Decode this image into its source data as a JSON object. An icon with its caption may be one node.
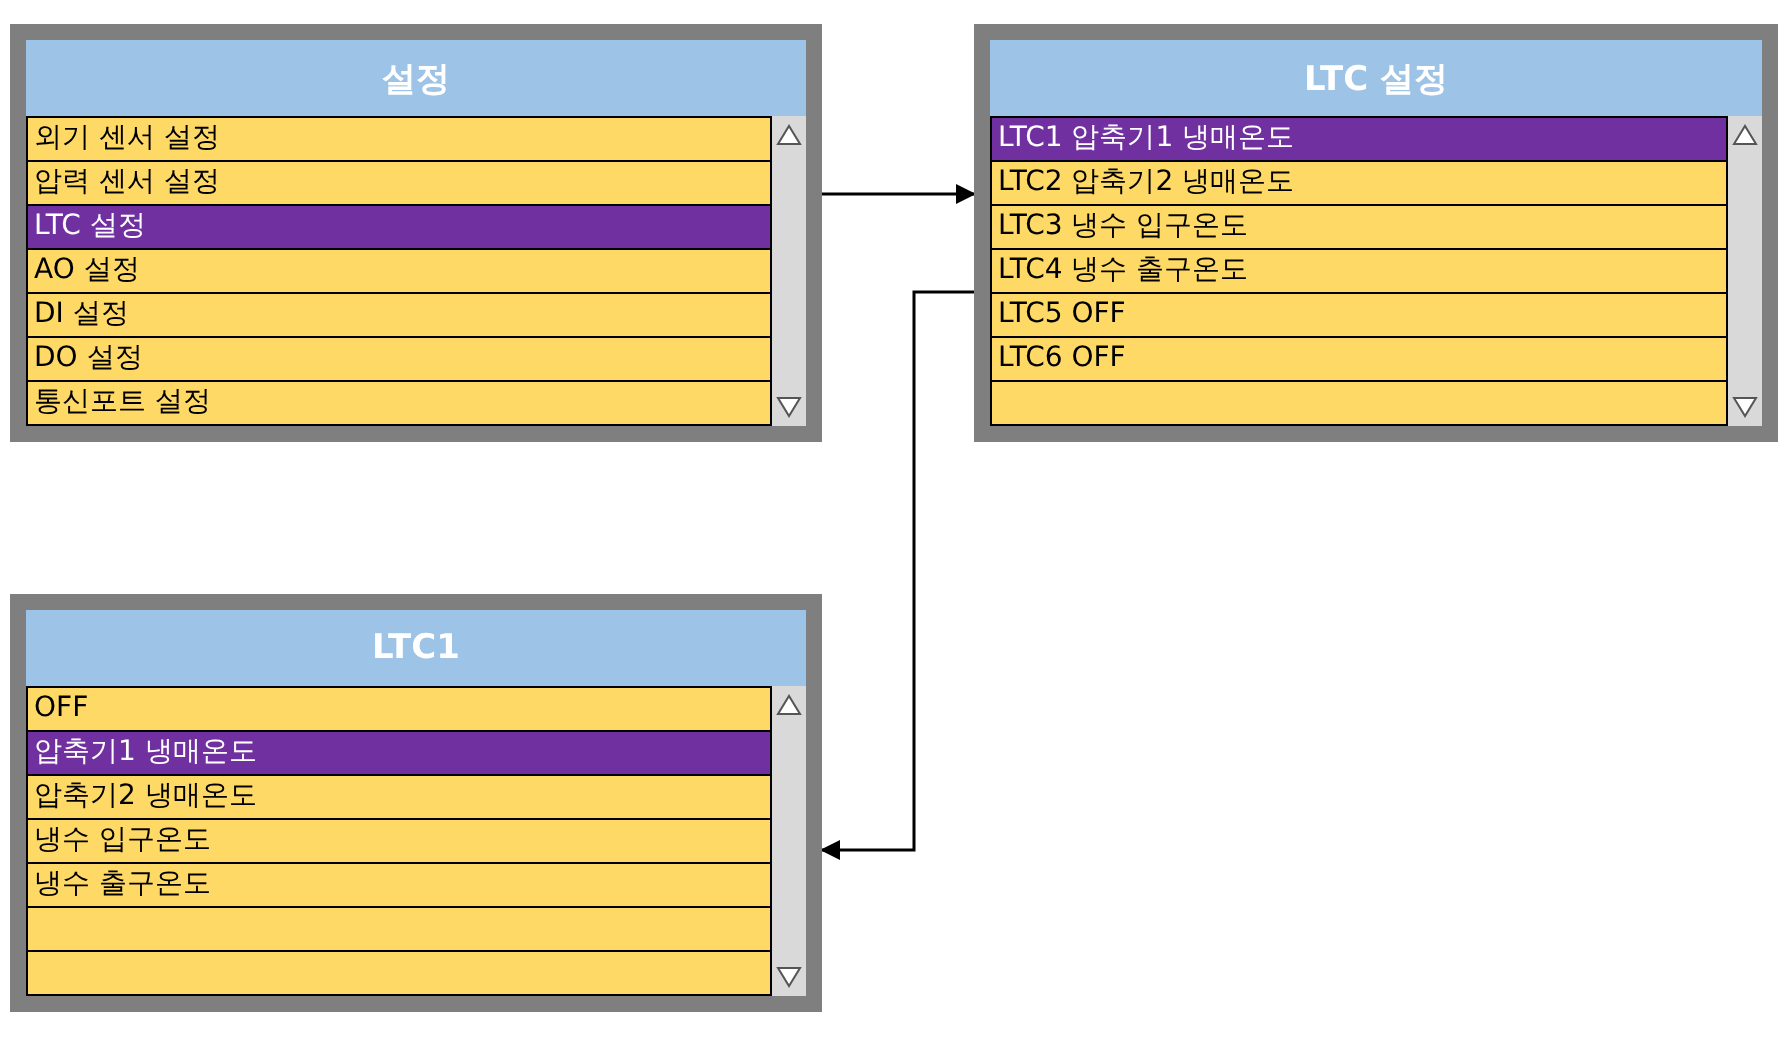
{
  "diagram": {
    "nodes": [
      {
        "text": [
          "설정"
        ]
      },
      {
        "text": [
          "외기 센서 설정"
        ],
        "in": 0
      },
      {
        "text": [
          "압력 센서 설정"
        ],
        "in": 0
      },
      {
        "text": [
          "LTC 설정"
        ],
        "in": 0
      },
      {
        "text": [
          "AO 설정"
        ],
        "in": 0
      },
      {
        "text": [
          "DI 설정"
        ],
        "in": 0
      },
      {
        "text": [
          "DO 설정"
        ],
        "in": 0
      },
      {
        "text": [
          "통신포트 설정"
        ],
        "in": 0
      },
      {
        "text": [
          "LTC 설정"
        ]
      },
      {
        "text": [
          "LTC1 압축기1 냉매온도"
        ],
        "in": 8
      },
      {
        "text": [
          "LTC2 압축기2 냉매온도"
        ],
        "in": 8
      },
      {
        "text": [
          "LTC3 냉수 입구온도"
        ],
        "in": 8
      },
      {
        "text": [
          "LTC4 냉수 출구온도"
        ],
        "in": 8
      },
      {
        "text": [
          "LTC5 OFF"
        ],
        "in": 8
      },
      {
        "text": [
          "LTC6 OFF"
        ],
        "in": 8
      },
      {
        "text": [],
        "shape": "box",
        "in": 8
      },
      {
        "text": [
          "LTC1"
        ]
      },
      {
        "text": [
          "OFF"
        ],
        "in": 16
      },
      {
        "text": [
          "압축기1 냉매온도"
        ],
        "in": 16
      },
      {
        "text": [
          "압축기2 냉매온도"
        ],
        "in": 16
      },
      {
        "text": [
          "냉수 입구온도"
        ],
        "in": 16
      },
      {
        "text": [
          "냉수 출구온도"
        ],
        "in": 16
      },
      {
        "text": [],
        "shape": "box",
        "in": 16
      },
      {
        "text": [],
        "shape": "box",
        "in": 16
      }
    ],
    "edges": [
      {
        "from": 0,
        "to": 8,
        "arrow": "to"
      },
      {
        "from": 8,
        "to": 16,
        "arrow": "to"
      }
    ]
  }
}
